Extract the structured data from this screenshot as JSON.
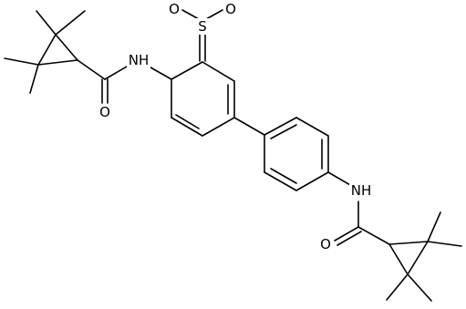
{
  "image": {
    "kind": "skeletal chemical structure",
    "background_color": "#ffffff",
    "line_color": "#000000"
  },
  "atom_labels": {
    "sulfur": "S",
    "sulfur_oxygen_1": "O",
    "sulfur_oxygen_2": "O",
    "amide_n_left": "NH",
    "amide_o_left": "O",
    "amide_n_right": "NH",
    "amide_o_right": "O"
  }
}
